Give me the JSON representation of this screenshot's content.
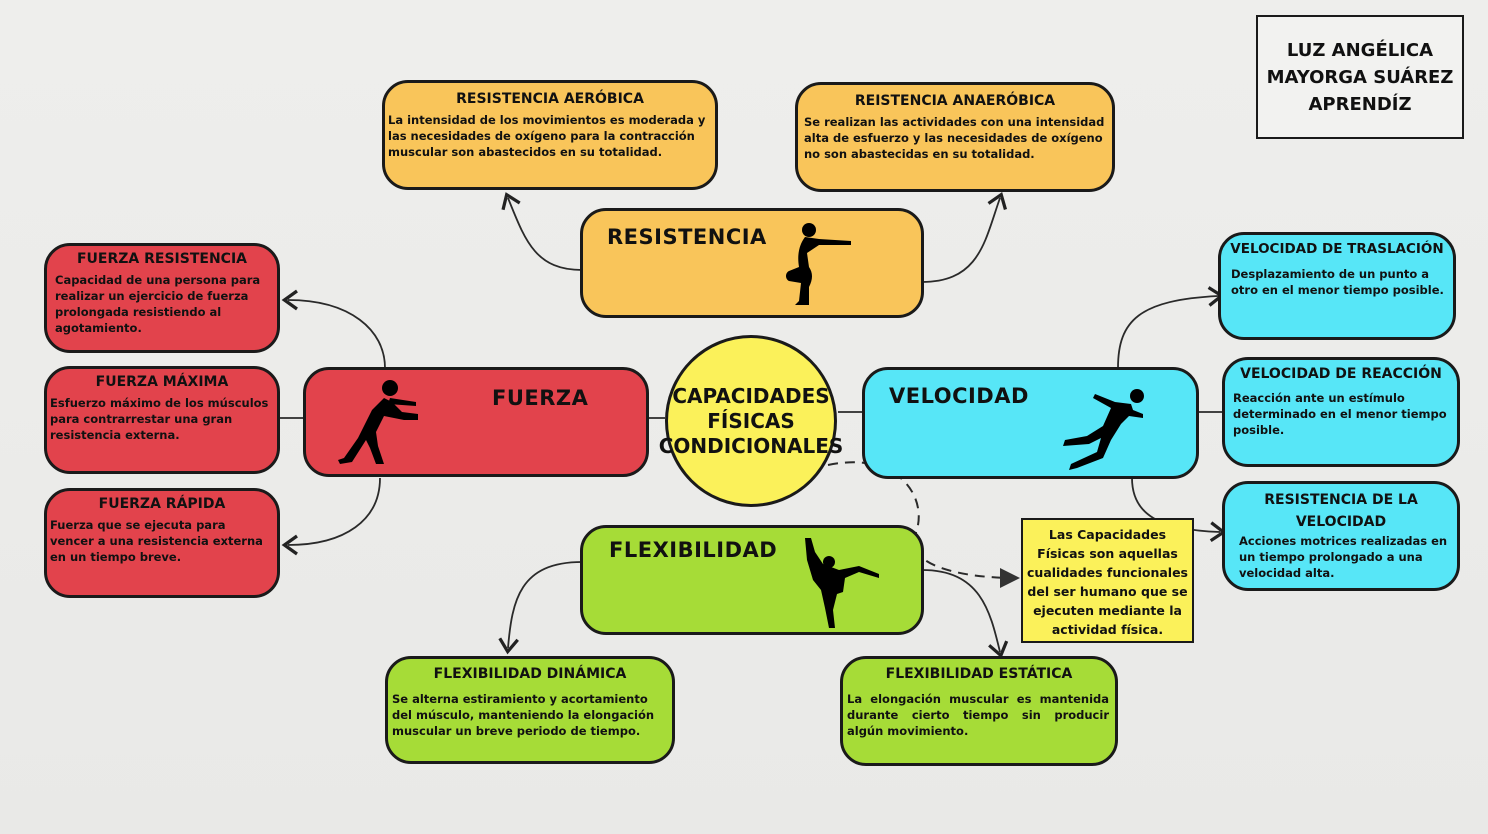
{
  "author": {
    "line1": "LUZ ANGÉLICA",
    "line2": "MAYORGA SUÁREZ",
    "line3": "APRENDÍZ"
  },
  "center": {
    "line1": "CAPACIDADES",
    "line2": "FÍSICAS",
    "line3": "CONDICIONALES"
  },
  "main": {
    "resistencia": "RESISTENCIA",
    "fuerza": "FUERZA",
    "velocidad": "VELOCIDAD",
    "flexibilidad": "FLEXIBILIDAD"
  },
  "boxes": {
    "res_aerobica": {
      "title": "RESISTENCIA AERÓBICA",
      "desc": "La intensidad de los movimientos es moderada y las necesidades de oxígeno para la contracción muscular  son abastecidos en su totalidad."
    },
    "res_anaerobica": {
      "title": "REISTENCIA ANAERÓBICA",
      "desc": "Se realizan las actividades con una intensidad alta de esfuerzo y las necesidades de oxígeno no son abastecidas en su totalidad."
    },
    "fuerza_resistencia": {
      "title": "FUERZA  RESISTENCIA",
      "desc": "Capacidad de una persona para realizar un ejercicio de fuerza prolongada  resistiendo al agotamiento."
    },
    "fuerza_maxima": {
      "title": "FUERZA MÁXIMA",
      "desc": "Esfuerzo máximo de los músculos  para contrarrestar una gran resistencia externa."
    },
    "fuerza_rapida": {
      "title": "FUERZA RÁPIDA",
      "desc": "Fuerza que se ejecuta para vencer a una resistencia externa en un tiempo breve."
    },
    "vel_traslacion": {
      "title": "VELOCIDAD DE TRASLACIÓN",
      "desc": "Desplazamiento de un punto a otro  en el menor tiempo posible."
    },
    "vel_reaccion": {
      "title": "VELOCIDAD DE REACCIÓN",
      "desc": "Reacción ante un estímulo determinado  en el menor tiempo posible."
    },
    "res_velocidad": {
      "title": "RESISTENCIA DE LA VELOCIDAD",
      "desc": "Acciones motrices realizadas en un tiempo prolongado a una velocidad alta."
    },
    "flex_dinamica": {
      "title": "FLEXIBILIDAD DINÁMICA",
      "desc": "Se alterna estiramiento y acortamiento del músculo, manteniendo la elongación muscular un breve periodo de tiempo."
    },
    "flex_estatica": {
      "title": "FLEXIBILIDAD ESTÁTICA",
      "desc": "La elongación muscular es mantenida durante cierto tiempo sin producir algún movimiento."
    }
  },
  "note": "Las Capacidades Físicas son aquellas cualidades funcionales del ser humano que se ejecuten mediante la actividad física.",
  "icons": [
    "squat-silhouette-icon",
    "pushing-silhouette-icon",
    "sprinter-silhouette-icon",
    "dancer-silhouette-icon"
  ],
  "colors": {
    "resistencia": "#f9c55a",
    "fuerza": "#e2434c",
    "velocidad": "#57e6f7",
    "flexibilidad": "#a6dc37",
    "center": "#fbf15a"
  }
}
